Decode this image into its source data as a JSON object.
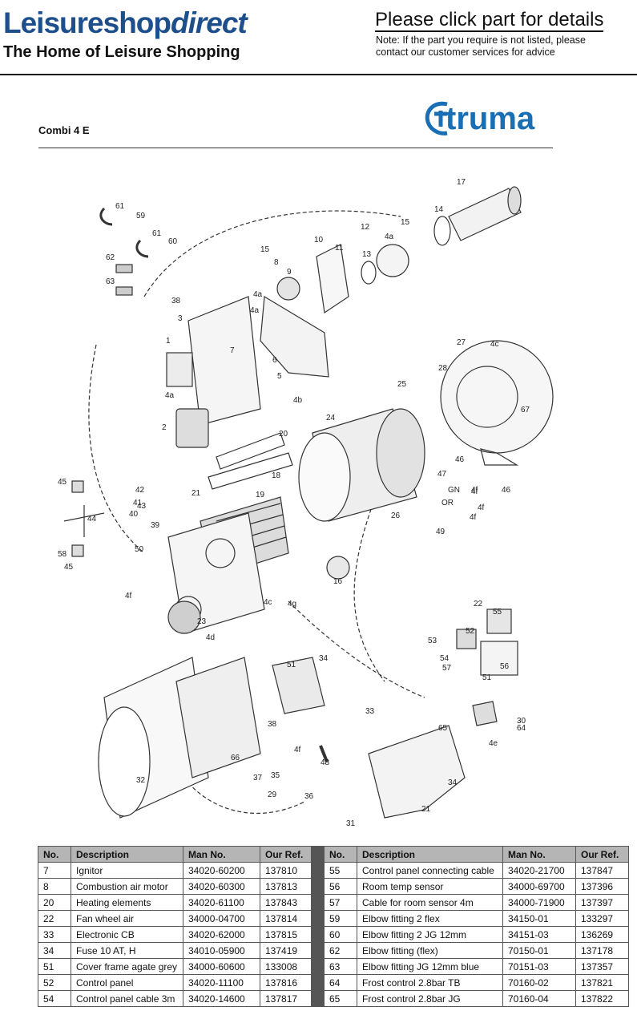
{
  "header": {
    "logo_main": "Leisureshop",
    "logo_accent": "direct",
    "tagline": "The Home of Leisure Shopping",
    "title": "Please click part for details",
    "note": "Note: If the part you require is not listed, please contact our customer services for advice"
  },
  "model": "Combi 4 E",
  "brand": "truma",
  "diagram_labels": [
    "17",
    "14",
    "61",
    "59",
    "12",
    "15",
    "4a",
    "61",
    "60",
    "15",
    "10",
    "11",
    "13",
    "62",
    "8",
    "9",
    "63",
    "4a",
    "38",
    "4a",
    "3",
    "1",
    "7",
    "6",
    "4c",
    "27",
    "5",
    "28",
    "4a",
    "4b",
    "25",
    "67",
    "2",
    "24",
    "20",
    "46",
    "47",
    "4f",
    "18",
    "GN",
    "4f",
    "42",
    "46",
    "41",
    "21",
    "19",
    "OR",
    "4f",
    "40",
    "43",
    "26",
    "4f",
    "45",
    "39",
    "44",
    "49",
    "50",
    "16",
    "58",
    "45",
    "4f",
    "4c",
    "4g",
    "23",
    "4d",
    "22",
    "55",
    "52",
    "53",
    "54",
    "57",
    "56",
    "51",
    "51",
    "34",
    "33",
    "38",
    "30",
    "64",
    "65",
    "4e",
    "66",
    "4f",
    "48",
    "37",
    "35",
    "34",
    "32",
    "29",
    "36",
    "21",
    "31"
  ],
  "table": {
    "headers": [
      "No.",
      "Description",
      "Man No.",
      "Our Ref."
    ],
    "left": [
      {
        "no": "7",
        "desc": "Ignitor",
        "man": "34020-60200",
        "ref": "137810"
      },
      {
        "no": "8",
        "desc": "Combustion air motor",
        "man": "34020-60300",
        "ref": "137813"
      },
      {
        "no": "20",
        "desc": "Heating elements",
        "man": "34020-61100",
        "ref": "137843"
      },
      {
        "no": "22",
        "desc": "Fan wheel air",
        "man": "34000-04700",
        "ref": "137814"
      },
      {
        "no": "33",
        "desc": "Electronic CB",
        "man": "34020-62000",
        "ref": "137815"
      },
      {
        "no": "34",
        "desc": "Fuse 10 AT, H",
        "man": "34010-05900",
        "ref": "137419"
      },
      {
        "no": "51",
        "desc": "Cover frame agate grey",
        "man": "34000-60600",
        "ref": "133008"
      },
      {
        "no": "52",
        "desc": "Control panel",
        "man": "34020-11100",
        "ref": "137816"
      },
      {
        "no": "54",
        "desc": "Control panel cable 3m",
        "man": "34020-14600",
        "ref": "137817"
      }
    ],
    "right": [
      {
        "no": "55",
        "desc": "Control panel connecting cable",
        "man": "34020-21700",
        "ref": "137847"
      },
      {
        "no": "56",
        "desc": "Room temp sensor",
        "man": "34000-69700",
        "ref": "137396"
      },
      {
        "no": "57",
        "desc": "Cable for room sensor 4m",
        "man": "34000-71900",
        "ref": "137397"
      },
      {
        "no": "59",
        "desc": "Elbow fitting 2 flex",
        "man": "34150-01",
        "ref": "133297"
      },
      {
        "no": "60",
        "desc": "Elbow fitting 2 JG 12mm",
        "man": "34151-03",
        "ref": "136269"
      },
      {
        "no": "62",
        "desc": "Elbow fitting (flex)",
        "man": "70150-01",
        "ref": "137178"
      },
      {
        "no": "63",
        "desc": "Elbow fitting JG 12mm blue",
        "man": "70151-03",
        "ref": "137357"
      },
      {
        "no": "64",
        "desc": "Frost control 2.8bar TB",
        "man": "70160-02",
        "ref": "137821"
      },
      {
        "no": "65",
        "desc": "Frost control 2.8bar JG",
        "man": "70160-04",
        "ref": "137822"
      }
    ]
  }
}
